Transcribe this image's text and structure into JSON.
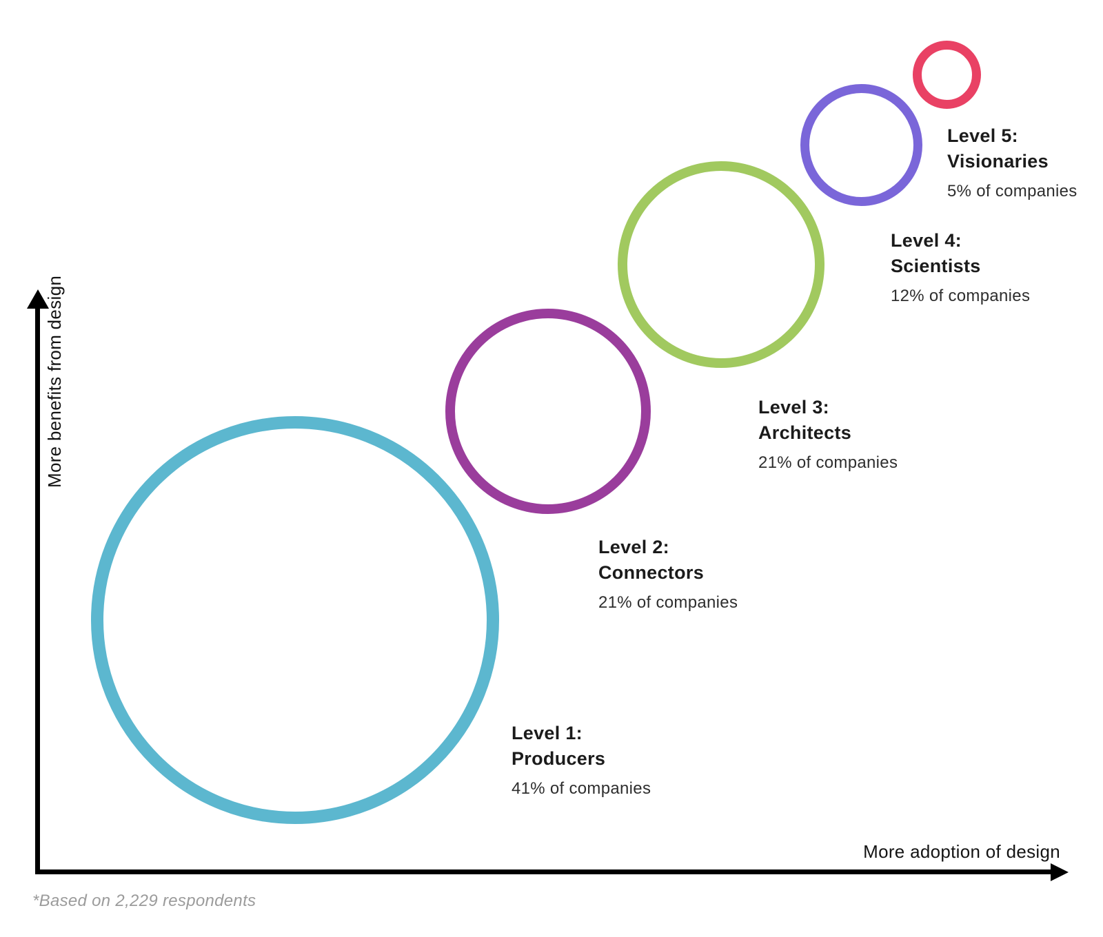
{
  "chart_data": {
    "type": "scatter",
    "subtype": "bubble",
    "title": "",
    "xlabel": "More adoption of design",
    "ylabel": "More benefits from design",
    "footnote": "*Based on 2,229 respondents",
    "axes": {
      "x_arrow": "right",
      "y_arrow": "up",
      "numeric_ticks": false,
      "grid": false,
      "axis_color": "#000000"
    },
    "levels": [
      {
        "level": 1,
        "title": "Level 1:",
        "name": "Producers",
        "share_label": "41% of companies",
        "share_pct": 41,
        "color": "#5CB7CF",
        "position": "bottom-left (low adoption, low benefit)"
      },
      {
        "level": 2,
        "title": "Level 2:",
        "name": "Connectors",
        "share_label": "21% of companies",
        "share_pct": 21,
        "color": "#9A3D9C",
        "position": "lower-middle"
      },
      {
        "level": 3,
        "title": "Level 3:",
        "name": "Architects",
        "share_label": "21% of companies",
        "share_pct": 21,
        "color": "#A1C95F",
        "position": "middle"
      },
      {
        "level": 4,
        "title": "Level 4:",
        "name": "Scientists",
        "share_label": "12% of companies",
        "share_pct": 12,
        "color": "#7A66D9",
        "position": "upper-right"
      },
      {
        "level": 5,
        "title": "Level 5:",
        "name": "Visionaries",
        "share_label": "5% of companies",
        "share_pct": 5,
        "color": "#E94164",
        "position": "top-right (high adoption, high benefit)"
      }
    ]
  }
}
